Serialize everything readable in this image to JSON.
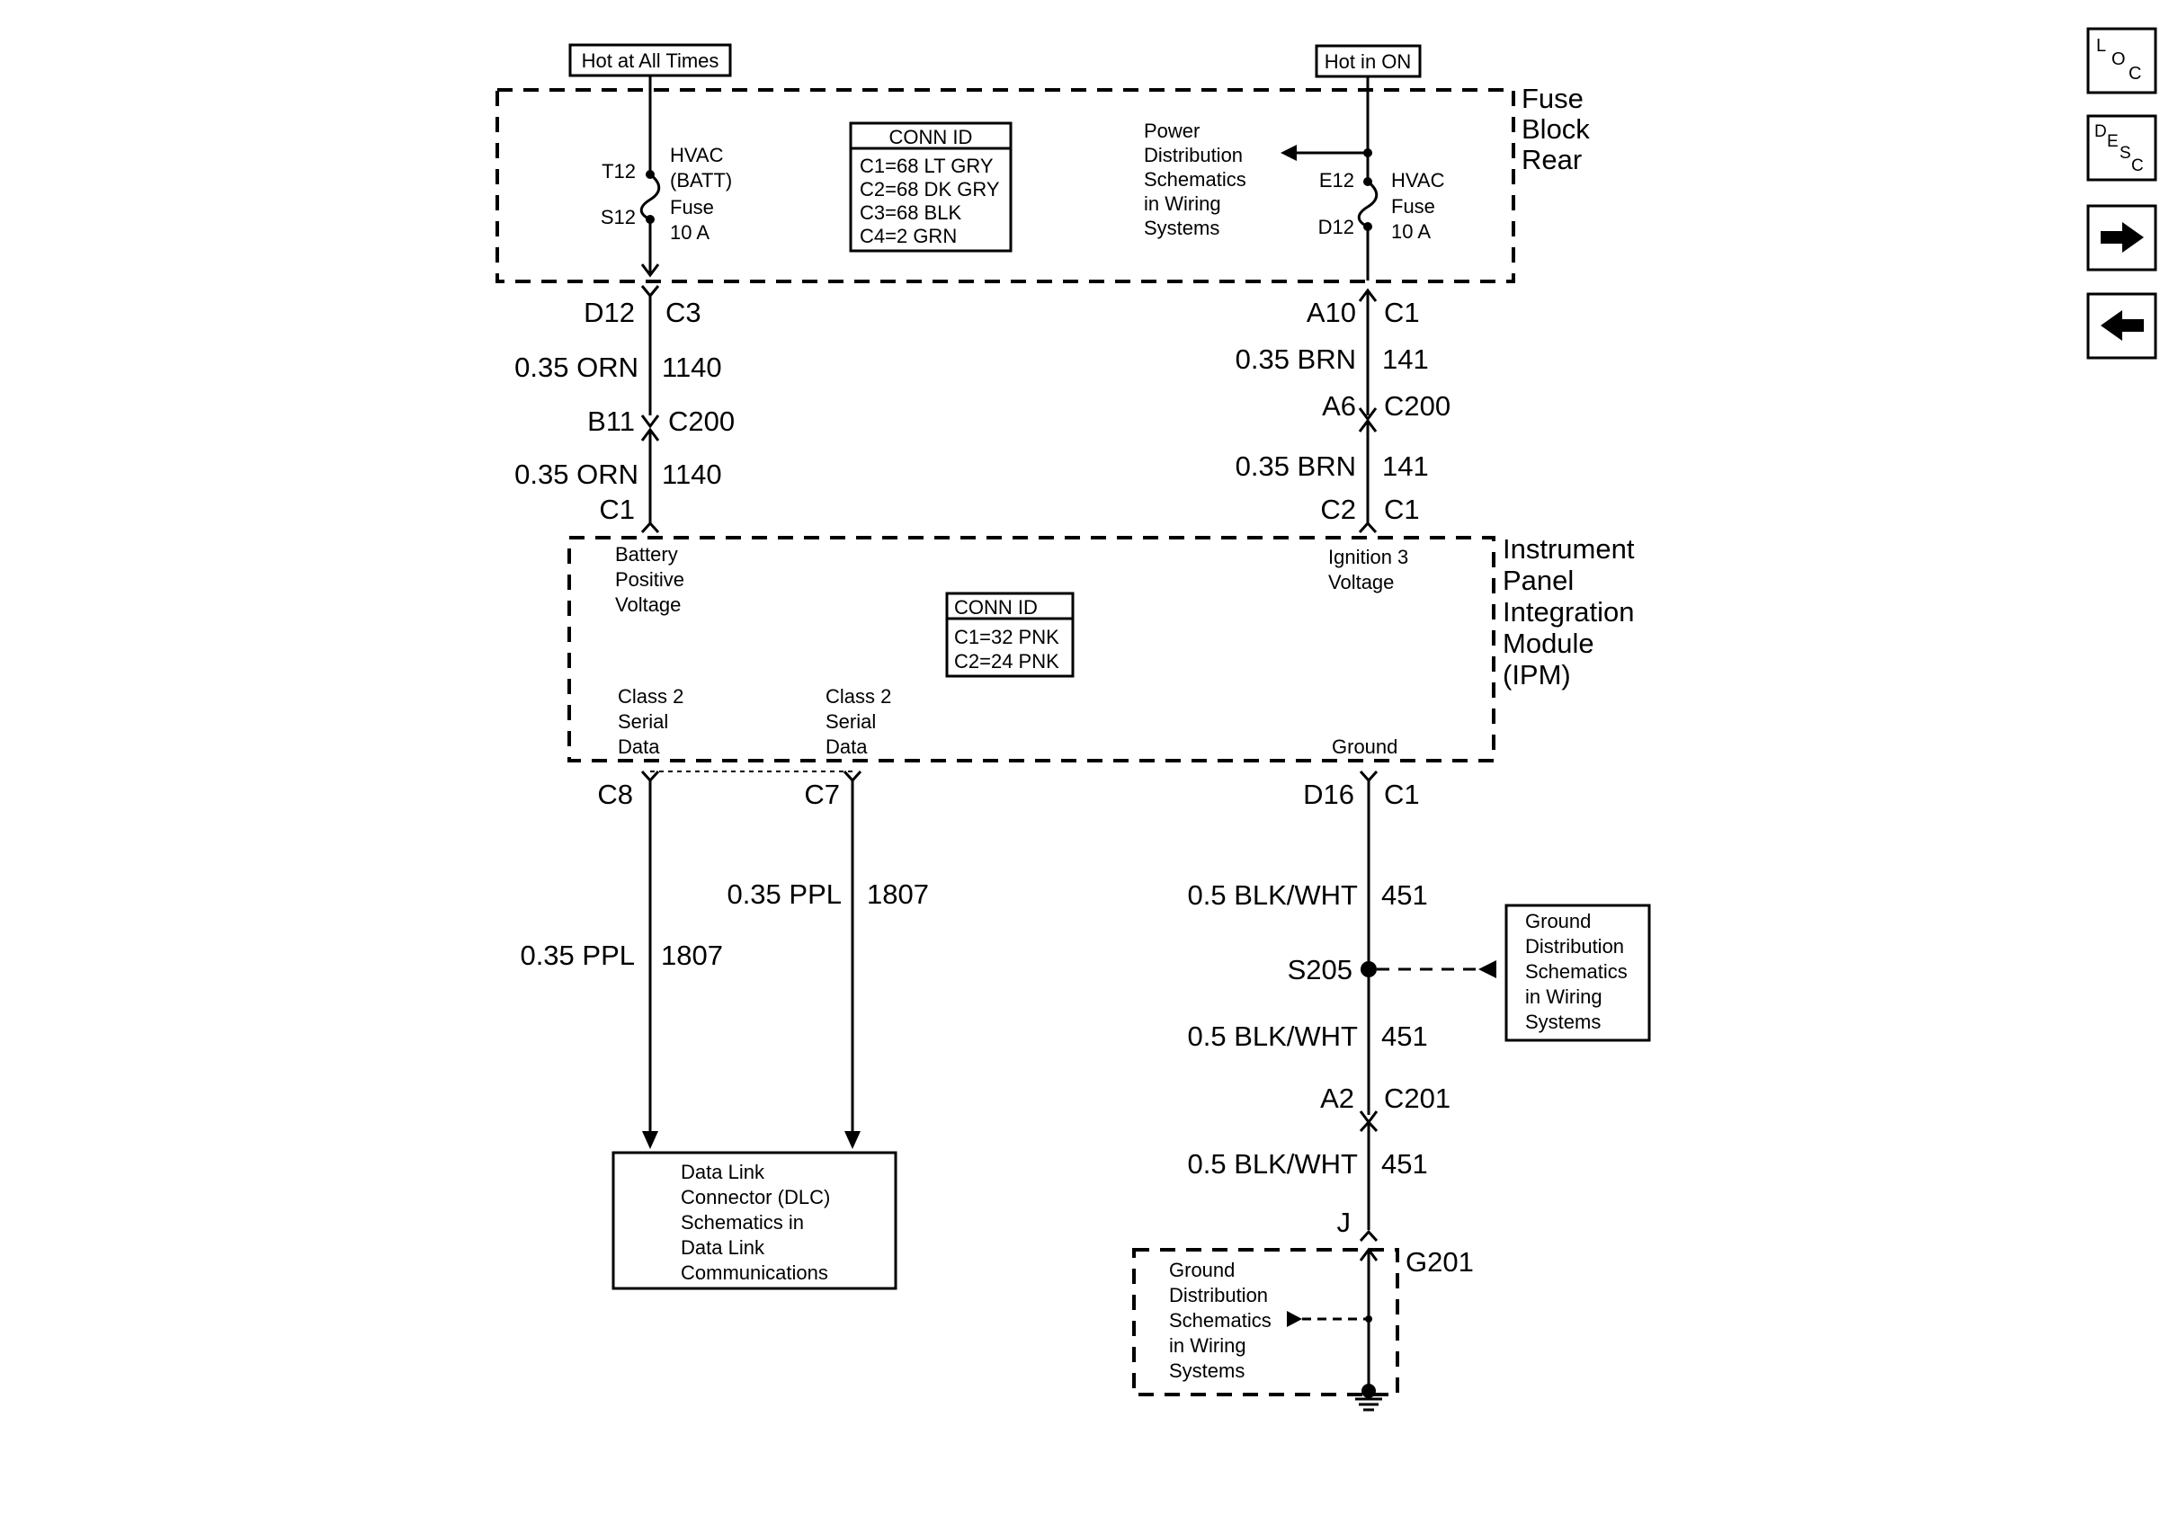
{
  "sources": {
    "left": "Hot at All Times",
    "right": "Hot in ON"
  },
  "fuse_block": {
    "name": "Fuse Block Rear",
    "name_lines": [
      "Fuse",
      "Block",
      "Rear"
    ],
    "conn_id_title": "CONN ID",
    "conn_id_lines": [
      "C1=68 LT GRY",
      "C2=68 DK GRY",
      "C3=68 BLK",
      "C4=2 GRN"
    ],
    "left_fuse": {
      "top_terminal": "T12",
      "bottom_terminal": "S12",
      "label_lines": [
        "HVAC",
        "(BATT)",
        "Fuse",
        "10 A"
      ]
    },
    "right_fuse": {
      "top_terminal": "E12",
      "bottom_terminal": "D12",
      "label_lines": [
        "HVAC",
        "Fuse",
        "10 A"
      ]
    },
    "power_ref_lines": [
      "Power",
      "Distribution",
      "Schematics",
      "in Wiring",
      "Systems"
    ]
  },
  "left_circuit": {
    "c1_pin": "D12",
    "c1_conn": "C3",
    "wire1": "0.35 ORN",
    "circuit1": "1140",
    "c2_pin": "B11",
    "c2_conn": "C200",
    "wire2": "0.35 ORN",
    "circuit2": "1140",
    "ipm_conn": "C1"
  },
  "right_circuit": {
    "c1_pin": "A10",
    "c1_conn": "C1",
    "wire1": "0.35 BRN",
    "circuit1": "141",
    "c2_pin": "A6",
    "c2_conn": "C200",
    "wire2": "0.35 BRN",
    "circuit2": "141",
    "ipm_pin": "C2",
    "ipm_conn": "C1"
  },
  "ipm": {
    "name": "Instrument Panel Integration Module (IPM)",
    "name_lines": [
      "Instrument",
      "Panel",
      "Integration",
      "Module",
      "(IPM)"
    ],
    "conn_id_title": "CONN ID",
    "conn_id_lines": [
      "C1=32 PNK",
      "C2=24 PNK"
    ],
    "batt_label_lines": [
      "Battery",
      "Positive",
      "Voltage"
    ],
    "ign_label_lines": [
      "Ignition 3",
      "Voltage"
    ],
    "class2_a_lines": [
      "Class 2",
      "Serial",
      "Data"
    ],
    "class2_b_lines": [
      "Class 2",
      "Serial",
      "Data"
    ],
    "ground_label": "Ground"
  },
  "data_circuits": {
    "a_pin": "C8",
    "a_wire": "0.35 PPL",
    "a_circuit": "1807",
    "b_pin": "C7",
    "b_wire": "0.35 PPL",
    "b_circuit": "1807"
  },
  "dlc_ref_lines": [
    "Data Link",
    "Connector (DLC)",
    "Schematics in",
    "Data Link",
    "Communications"
  ],
  "ground_circuit": {
    "pin": "D16",
    "conn": "C1",
    "wire1": "0.5 BLK/WHT",
    "circuit1": "451",
    "splice": "S205",
    "wire2": "0.5 BLK/WHT",
    "circuit2": "451",
    "c201_pin": "A2",
    "c201_conn": "C201",
    "wire3": "0.5 BLK/WHT",
    "circuit3": "451",
    "ground_pin": "J",
    "ground_id": "G201"
  },
  "ground_ref_lines": [
    "Ground",
    "Distribution",
    "Schematics",
    "in Wiring",
    "Systems"
  ],
  "ground_box_lines": [
    "Ground",
    "Distribution",
    "Schematics",
    "in Wiring",
    "Systems"
  ],
  "nav": {
    "loc": [
      "L",
      "O",
      "C"
    ],
    "desc": [
      "D",
      "E",
      "S",
      "C"
    ],
    "next_icon": "arrow-right",
    "prev_icon": "arrow-left"
  }
}
